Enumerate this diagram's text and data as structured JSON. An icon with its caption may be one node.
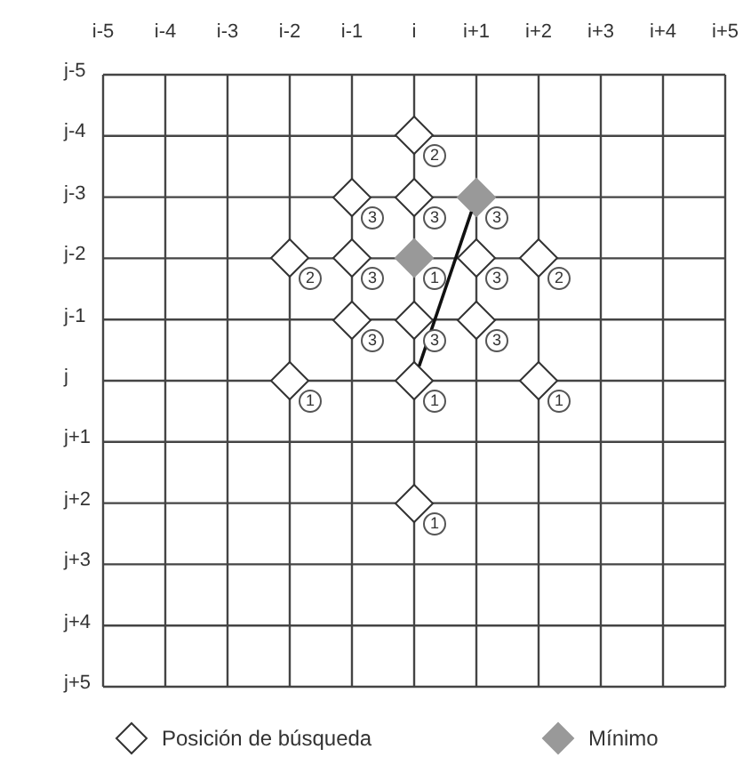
{
  "diagram": {
    "nodes": [
      {
        "text": [],
        "shape": "diamond"
      },
      {
        "text": [],
        "shape": "diamond"
      },
      {
        "text": [],
        "shape": "diamond"
      },
      {
        "text": [],
        "shape": "diamond"
      },
      {
        "text": [],
        "shape": "diamond"
      },
      {
        "text": [],
        "shape": "diamond"
      },
      {
        "text": [],
        "shape": "diamond"
      },
      {
        "text": [],
        "shape": "diamond"
      },
      {
        "text": [],
        "shape": "diamond"
      },
      {
        "text": [],
        "shape": "diamond"
      },
      {
        "text": [],
        "shape": "diamond"
      },
      {
        "text": [],
        "shape": "diamond"
      },
      {
        "text": [],
        "shape": "diamond"
      },
      {
        "text": [],
        "shape": "diamond"
      },
      {
        "text": [],
        "shape": "diamond"
      },
      {
        "text": [],
        "shape": "diamond"
      }
    ],
    "edges": [
      {
        "from": 13,
        "to": 3,
        "arrow": "none"
      }
    ],
    "labels": [
      "i-5",
      "i-4",
      "i-3",
      "i-2",
      "i-1",
      "i",
      "i+1",
      "i+2",
      "i+3",
      "i+4",
      "i+5",
      "j-5",
      "j-4",
      "2",
      "j-3",
      "3",
      "3",
      "3",
      "j-2",
      "2",
      "3",
      "1",
      "3",
      "2",
      "j-1",
      "3",
      "3",
      "3",
      "j",
      "1",
      "1",
      "1",
      "j+1",
      "j+2",
      "1",
      "j+3",
      "j+4",
      "j+5"
    ],
    "legend": [
      {
        "text": "Posición de búsqueda"
      },
      {
        "text": "Mínimo"
      }
    ]
  }
}
